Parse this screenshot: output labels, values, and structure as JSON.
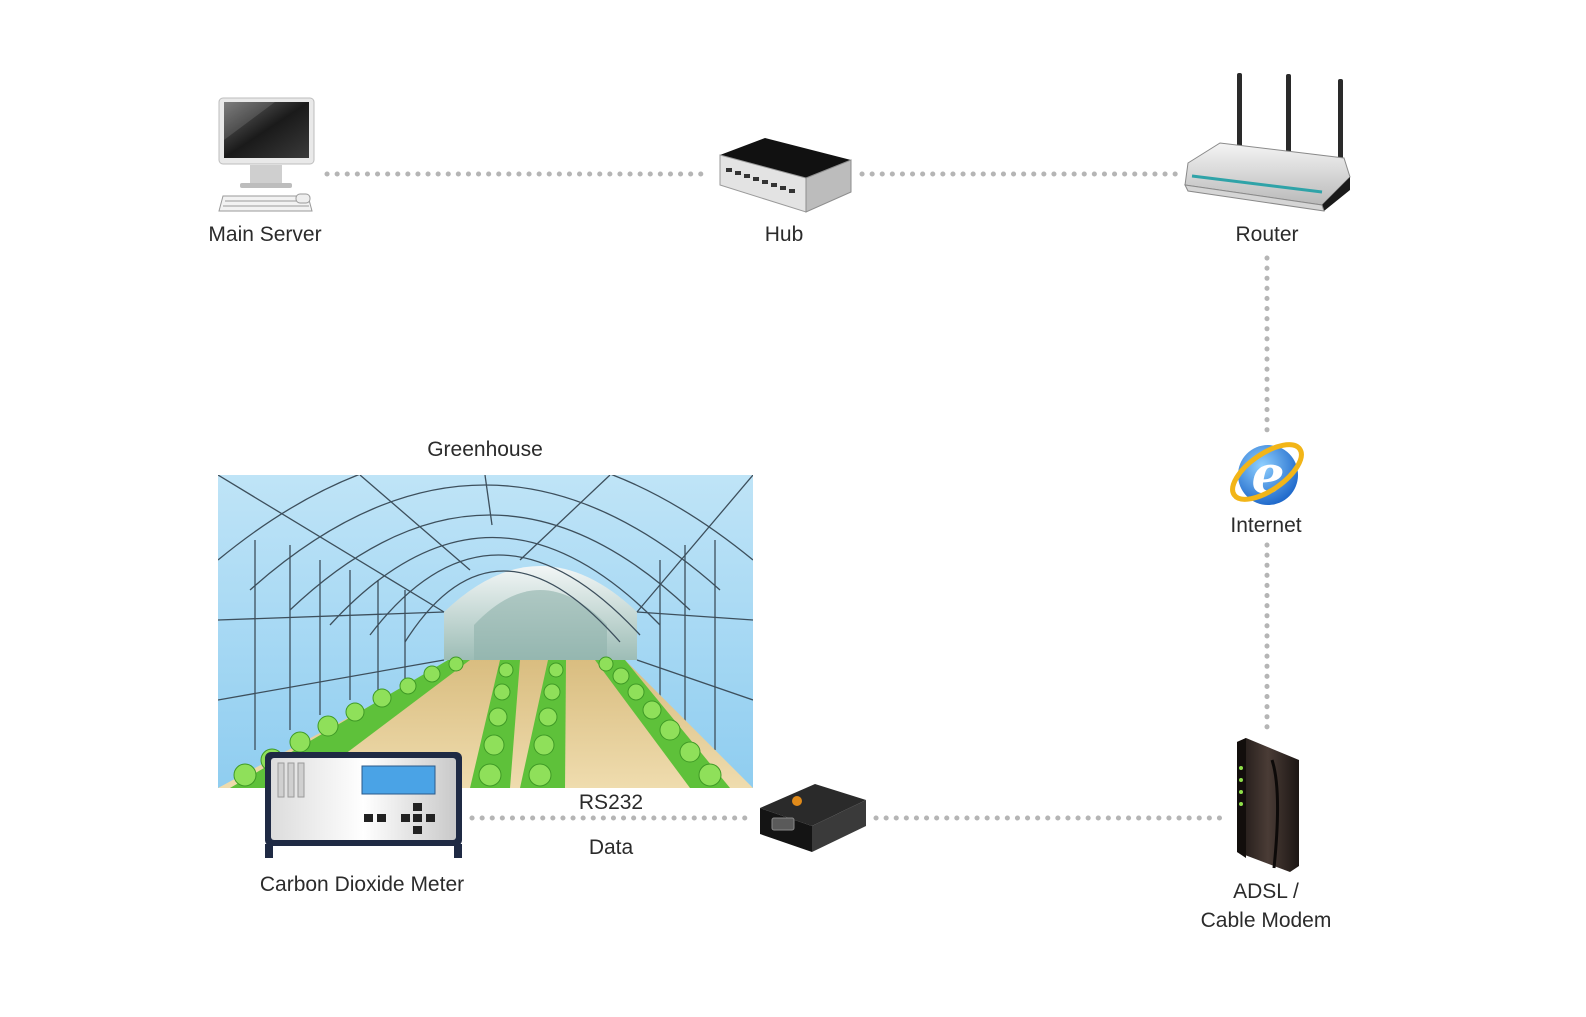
{
  "nodes": {
    "main_server": {
      "label": "Main Server",
      "icon": "desktop-computer-icon"
    },
    "hub": {
      "label": "Hub",
      "icon": "network-hub-icon"
    },
    "router": {
      "label": "Router",
      "icon": "wireless-router-icon"
    },
    "internet": {
      "label": "Internet",
      "icon": "internet-explorer-icon"
    },
    "modem": {
      "label_line1": "ADSL /",
      "label_line2": "Cable Modem",
      "icon": "modem-icon"
    },
    "converter": {
      "icon": "serial-converter-icon"
    },
    "co2_meter": {
      "label": "Carbon Dioxide Meter",
      "icon": "co2-meter-icon"
    },
    "greenhouse": {
      "label": "Greenhouse"
    }
  },
  "link_labels": {
    "rs232": "RS232",
    "data": "Data"
  },
  "colors": {
    "link": "#b5b5b5",
    "sky": "#a9d8f2",
    "plant": "#5ec13a",
    "soil": "#e2c98f",
    "meter_screen": "#4aa3e6",
    "meter_frame": "#1f2a44"
  }
}
